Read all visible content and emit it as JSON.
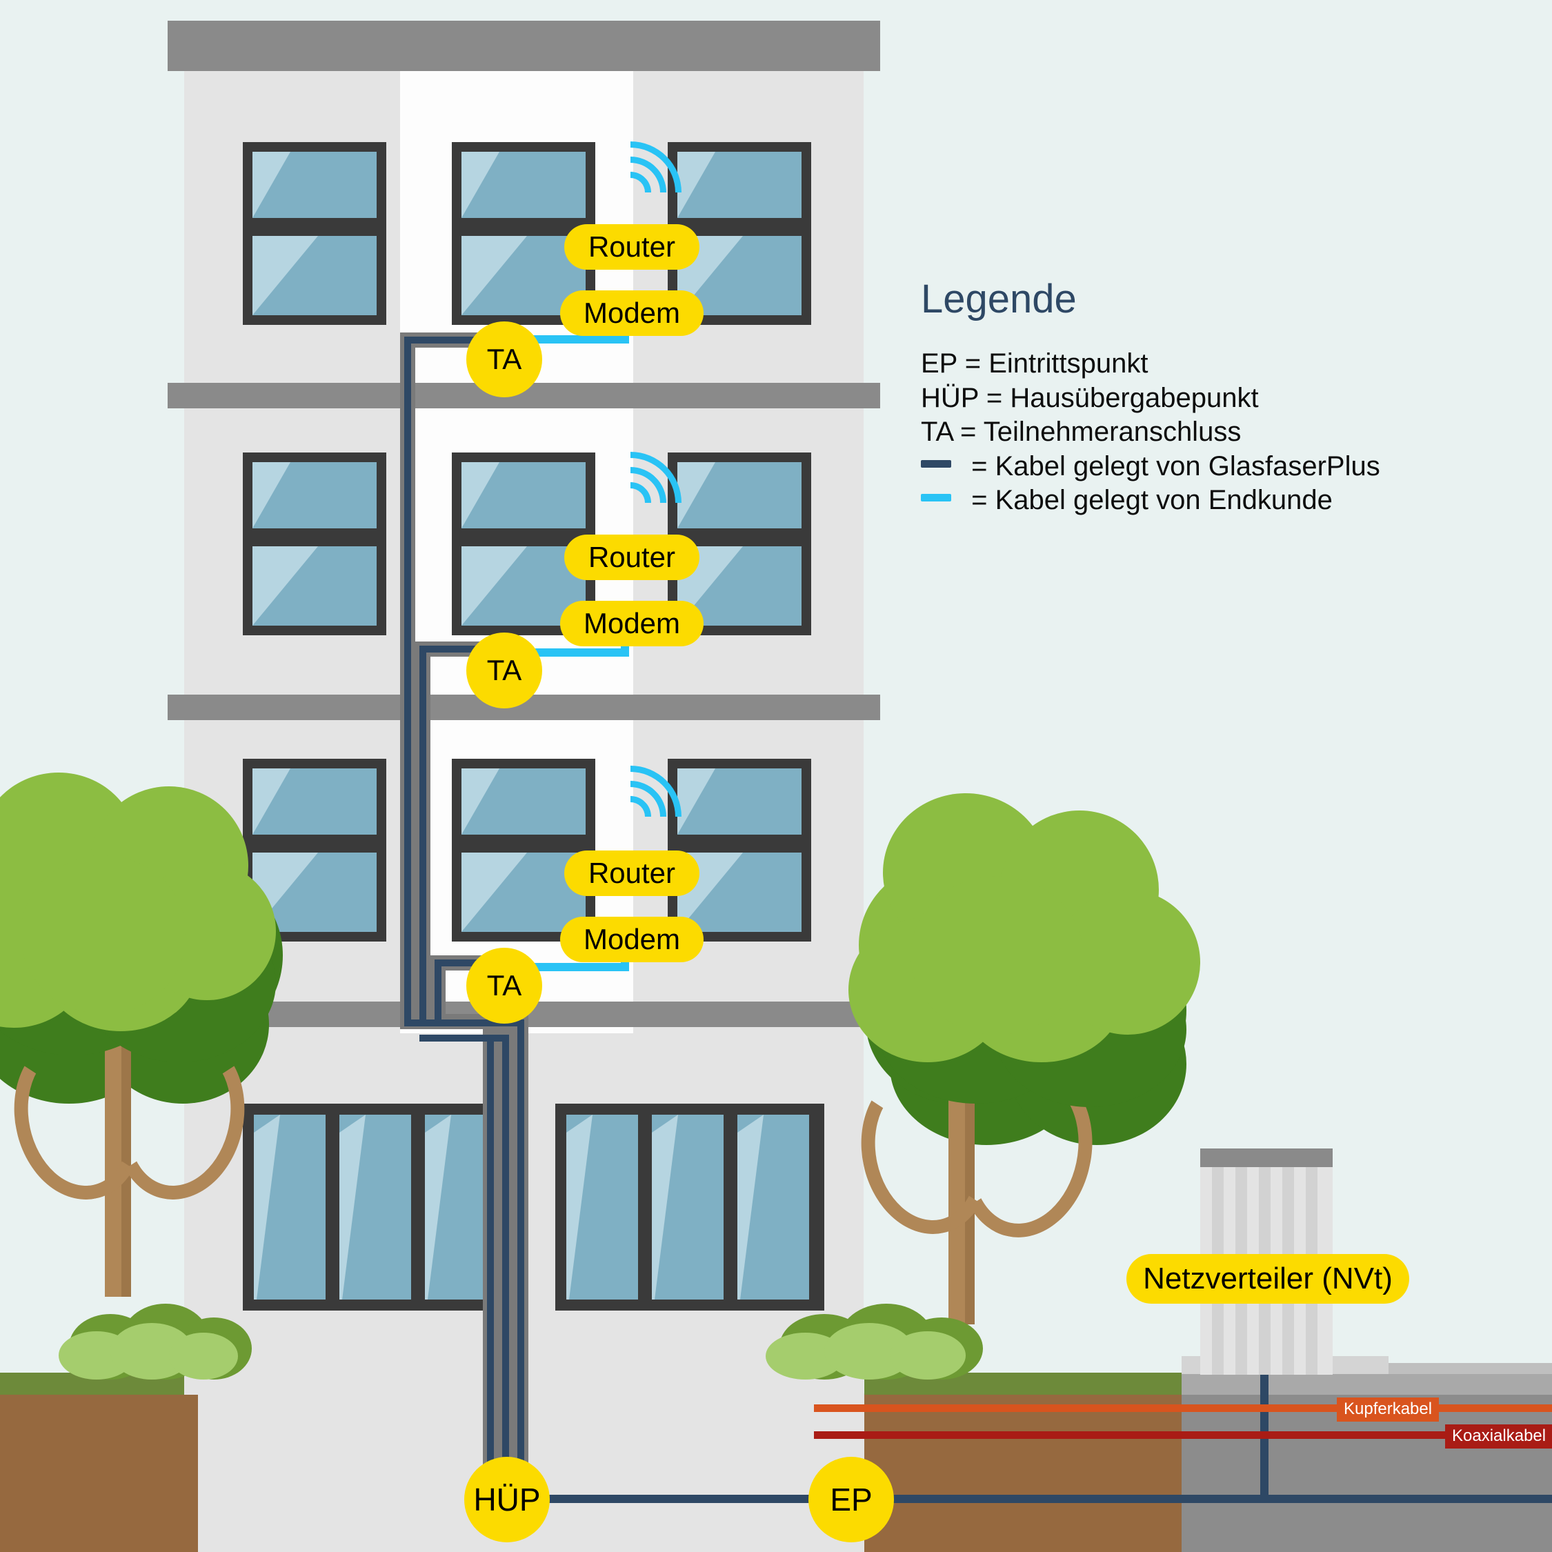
{
  "legend": {
    "title": "Legende",
    "rows": [
      {
        "text": "EP = Eintrittspunkt",
        "swatch": null
      },
      {
        "text": "HÜP = Hausübergabepunkt",
        "swatch": null
      },
      {
        "text": "TA = Teilnehmeranschluss",
        "swatch": null
      },
      {
        "text": "= Kabel gelegt von GlasfaserPlus",
        "swatch": "#2e4865"
      },
      {
        "text": "= Kabel gelegt von Endkunde",
        "swatch": "#29c3f5"
      }
    ]
  },
  "floors": [
    {
      "router": "Router",
      "modem": "Modem",
      "ta": "TA"
    },
    {
      "router": "Router",
      "modem": "Modem",
      "ta": "TA"
    },
    {
      "router": "Router",
      "modem": "Modem",
      "ta": "TA"
    }
  ],
  "nodes": {
    "hup": "HÜP",
    "ep": "EP",
    "nvt": "Netzverteiler (NVt)"
  },
  "underground": {
    "kupfer": "Kupferkabel",
    "koax": "Koaxialkabel"
  },
  "colors": {
    "fiber": "#2e4865",
    "customer_cable": "#29c3f5",
    "highlight": "#fcdb00",
    "kupfer": "#d9541e",
    "koax": "#a91c15",
    "background": "#e9f2f1",
    "facade": "#e4e4e4",
    "band": "#8a8a8a",
    "grass": "#6d8a3a",
    "soil": "#96693f",
    "asphalt": "#8c8c8c"
  }
}
